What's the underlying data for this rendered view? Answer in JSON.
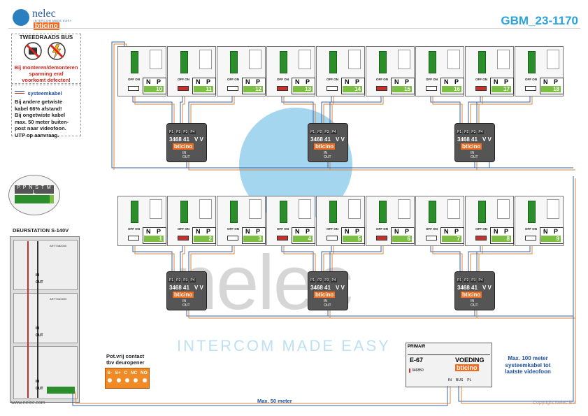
{
  "brand": {
    "name": "nelec",
    "subtitle": "INTERCOM MADE EASY",
    "partner": "bticino"
  },
  "doc_id": "GBM_23-1170",
  "warning_box": {
    "title": "TWEEDRAADS BUS",
    "lines": [
      "Bij monteren/demonteren",
      "spanning eraf",
      "voorkomt defecten!"
    ]
  },
  "cable_box": {
    "title": "systeemkabel",
    "lines": [
      "Bij andere getwiste",
      "kabel 66% afstand!",
      "Bij ongetwiste kabel",
      "max. 50 meter buiten-",
      "post naar videofoon.",
      "UTP op aanvraag."
    ]
  },
  "terminal_header": [
    "P",
    "P",
    "N",
    "S",
    "T",
    "M",
    "L"
  ],
  "door_station": {
    "label": "DEURSTATION S-140V",
    "module_codes": [
      "ARTT3B2000",
      "ARTT3D2000"
    ],
    "in_label": "IN",
    "out_label": "OUT"
  },
  "monitor_labels": {
    "switch": "OFF ON",
    "n": "N",
    "p": "P"
  },
  "top_row_numbers": [
    "10",
    "11",
    "12",
    "13",
    "14",
    "15",
    "16",
    "17",
    "18"
  ],
  "bottom_row_numbers": [
    "1",
    "2",
    "3",
    "4",
    "5",
    "6",
    "7",
    "8",
    "9"
  ],
  "distributor": {
    "model": "3468 41",
    "ports": [
      "P1",
      "P2",
      "P3",
      "P4"
    ],
    "vv": "V V",
    "brand": "bticino",
    "in": "IN",
    "out": "OUT"
  },
  "pot_contact": {
    "title_line1": "Pot.vrij contact",
    "title_line2": "tbv deuropener",
    "terminals": [
      "S-",
      "S+",
      "C",
      "NC",
      "NO"
    ]
  },
  "power_supply": {
    "primair": "PRIMAIR",
    "model": "E-67",
    "title": "VOEDING",
    "code": "346850",
    "brand": "bticino",
    "bus_labels": [
      "IN",
      "BUS",
      "PL"
    ]
  },
  "max_system_cable_lines": [
    "Max. 100 meter",
    "systeemkabel tot",
    "laatste videofoon"
  ],
  "max_cable": "Max. 50 meter",
  "watermark": {
    "word": "nelec",
    "tagline": "INTERCOM MADE EASY"
  },
  "footer": {
    "website": "www.nelec.com",
    "copyright": "Copyright Nelec BV"
  }
}
